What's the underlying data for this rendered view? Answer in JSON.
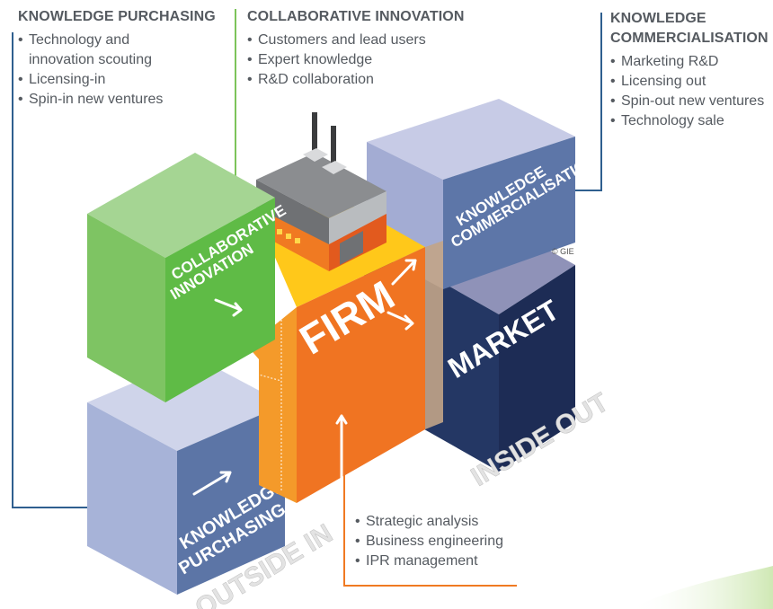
{
  "colors": {
    "green_line": "#7cc35a",
    "blue_line": "#2f5f8f",
    "orange_line": "#f07a22",
    "firm_orange": "#f07422",
    "firm_yellow": "#ffcc1a",
    "green_block": "#5fbb46",
    "lavender_block": "#a9b5d8",
    "market_navy": "#243764"
  },
  "callouts": {
    "purchasing": {
      "title": "KNOWLEDGE PURCHASING",
      "items": [
        "Technology and innovation scouting",
        "Licensing-in",
        "Spin-in new ventures"
      ]
    },
    "collaborative": {
      "title": "COLLABORATIVE INNOVATION",
      "items": [
        "Customers and lead users",
        "Expert knowledge",
        "R&D collaboration"
      ]
    },
    "commercialisation": {
      "title": "KNOWLEDGE COMMERCIALISATION",
      "items": [
        "Marketing R&D",
        "Licensing out",
        "Spin-out new ventures",
        "Technology sale"
      ]
    },
    "firm": {
      "items": [
        "Strategic analysis",
        "Business engineering",
        "IPR management"
      ]
    }
  },
  "blocks": {
    "firm": "FIRM",
    "market": "MARKET",
    "collaborative": [
      "COLLABORATIVE",
      "INNOVATION"
    ],
    "commercialisation": [
      "KNOWLEDGE",
      "COMMERCIALISATION"
    ],
    "purchasing": [
      "KNOWLEDGE",
      "PURCHASING"
    ]
  },
  "labels": {
    "inside_out": "INSIDE OUT",
    "outside_in": "OUTSIDE IN",
    "copyright": "© GIE"
  },
  "icons": {
    "factory": "factory-icon",
    "arrow": "arrow-icon"
  }
}
